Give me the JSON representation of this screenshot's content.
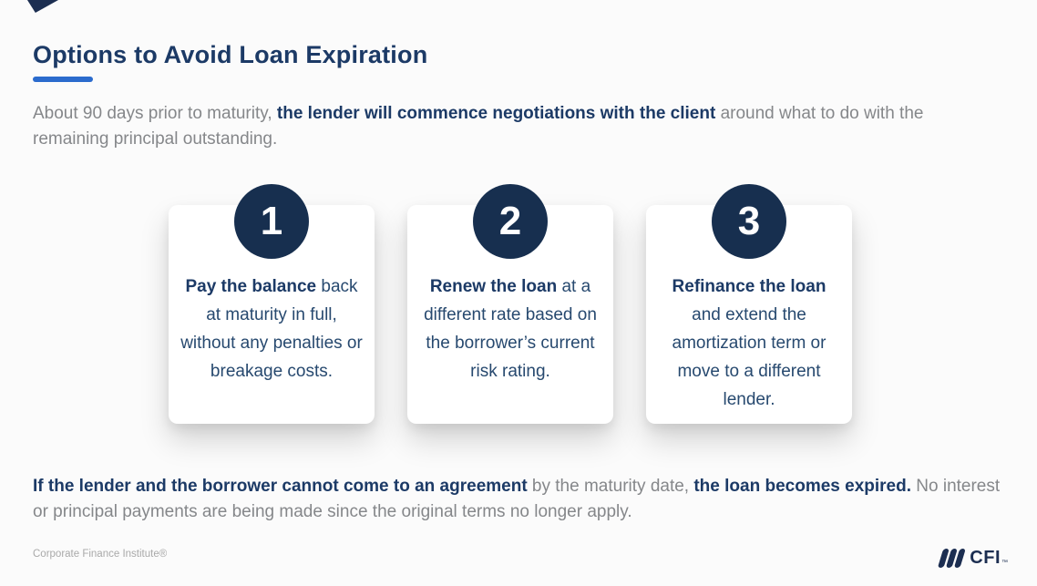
{
  "title": "Options to Avoid Loan Expiration",
  "intro": {
    "pre": "About 90 days prior to maturity, ",
    "bold": "the lender will commence negotiations with the client",
    "post": " around what to do with the remaining principal outstanding."
  },
  "cards": [
    {
      "number": "1",
      "bold": "Pay the balance",
      "rest": " back at maturity in full, without any penalties or breakage costs."
    },
    {
      "number": "2",
      "bold": "Renew the loan",
      "rest": " at a different rate based on the borrower’s current risk rating."
    },
    {
      "number": "3",
      "bold": "Refinance the loan",
      "rest": " and extend the amortization term or move to a different lender."
    }
  ],
  "outro": {
    "bold1": "If the lender and the borrower cannot come to an agreement",
    "mid": " by the maturity date, ",
    "bold2": "the loan becomes expired.",
    "post": " No interest or principal payments are being made since the original terms no longer apply."
  },
  "footer": {
    "brand": "Corporate Finance Institute®",
    "logo_text": "CFI",
    "logo_tm": "™"
  },
  "colors": {
    "navy": "#1c3a66",
    "card_text": "#27496f",
    "circle_navy": "#172f4f",
    "gray_text": "#85878a",
    "underline_blue": "#2b6bcd",
    "footer_gray": "#a9a9a9",
    "logo_navy": "#1c2e51",
    "page_bg": "#fbfbfb"
  }
}
